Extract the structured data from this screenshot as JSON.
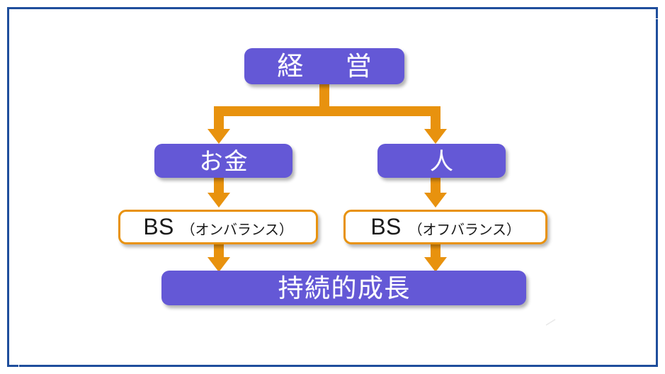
{
  "diagram": {
    "title_box": {
      "label": "経　営"
    },
    "branch_left": {
      "label": "お金"
    },
    "branch_right": {
      "label": "人"
    },
    "bs_left": {
      "main": "BS",
      "sub": "（オンバランス）"
    },
    "bs_right": {
      "main": "BS",
      "sub": "（オフバランス）"
    },
    "outcome": {
      "label": "持続的成長"
    },
    "colors": {
      "box_fill": "#6458D6",
      "connector": "#E8920E",
      "outline_box_border": "#E8920E",
      "frame_border": "#1F4E9C",
      "background": "#FFFFFF",
      "box_text": "#FFFFFF",
      "outline_box_text": "#1A1A1A"
    }
  }
}
